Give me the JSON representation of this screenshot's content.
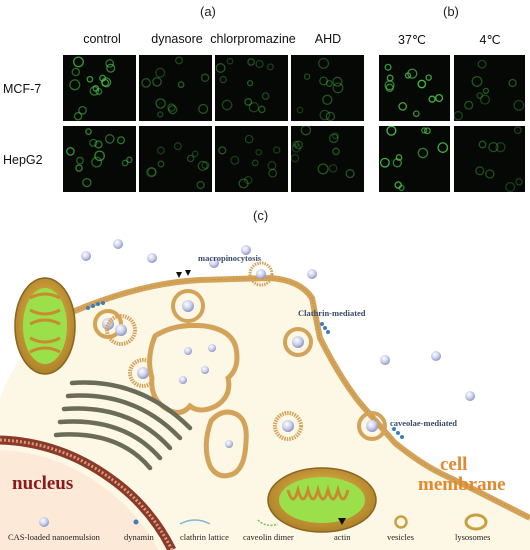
{
  "panel_a": {
    "label": "(a)",
    "columns": [
      "control",
      "dynasore",
      "chlorpromazine",
      "AHD"
    ],
    "rows": [
      "MCF-7",
      "HepG2"
    ]
  },
  "panel_b": {
    "label": "(b)",
    "columns": [
      "37℃",
      "4℃"
    ]
  },
  "panel_c": {
    "label": "(c)",
    "routes": {
      "macro": "macropinocytosis",
      "clathrin": "Clathrin-mediated",
      "caveolae": "caveolae-mediated"
    },
    "nucleus": "nucleus",
    "membrane_line1": "cell",
    "membrane_line2": "membrane"
  },
  "legend": [
    {
      "key": "nanoemulsion",
      "label": "CAS-loaded nanoemulsion"
    },
    {
      "key": "dynamin",
      "label": "dynamin"
    },
    {
      "key": "clathrin",
      "label": "clathrin lattice"
    },
    {
      "key": "caveolin",
      "label": "caveolin dimer"
    },
    {
      "key": "actin",
      "label": "actin"
    },
    {
      "key": "vesicles",
      "label": "vesicles"
    },
    {
      "key": "lysosomes",
      "label": "lysosomes"
    }
  ],
  "colors": {
    "membrane": "#d4a35a",
    "cytoplasm": "#fdf7e6",
    "nucleus_text": "#8b1a1a",
    "membrane_text": "#e08a30",
    "mito_outer": "#b48a30",
    "mito_inner": "#9be04a",
    "fluorescence": "#4fd04a"
  }
}
